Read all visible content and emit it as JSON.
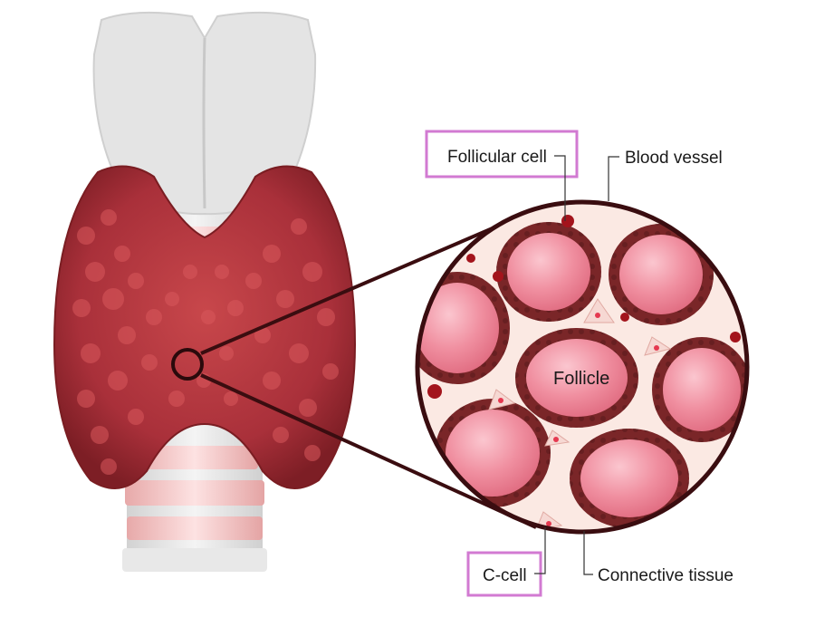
{
  "labels": {
    "follicular_cell": "Follicular cell",
    "blood_vessel": "Blood vessel",
    "follicle": "Follicle",
    "c_cell": "C-cell",
    "connective_tissue": "Connective tissue"
  },
  "colors": {
    "highlight_box": "#d27ad2",
    "gland": "#b5383c",
    "cartilage": "#e9e9e9",
    "trachea_ring": "#f2c6c6",
    "follicle_fill": "#f08fa0",
    "follicle_wall": "#7a2628",
    "connective_tissue": "#fbe9e3",
    "zoom_outline": "#3a0d10"
  }
}
